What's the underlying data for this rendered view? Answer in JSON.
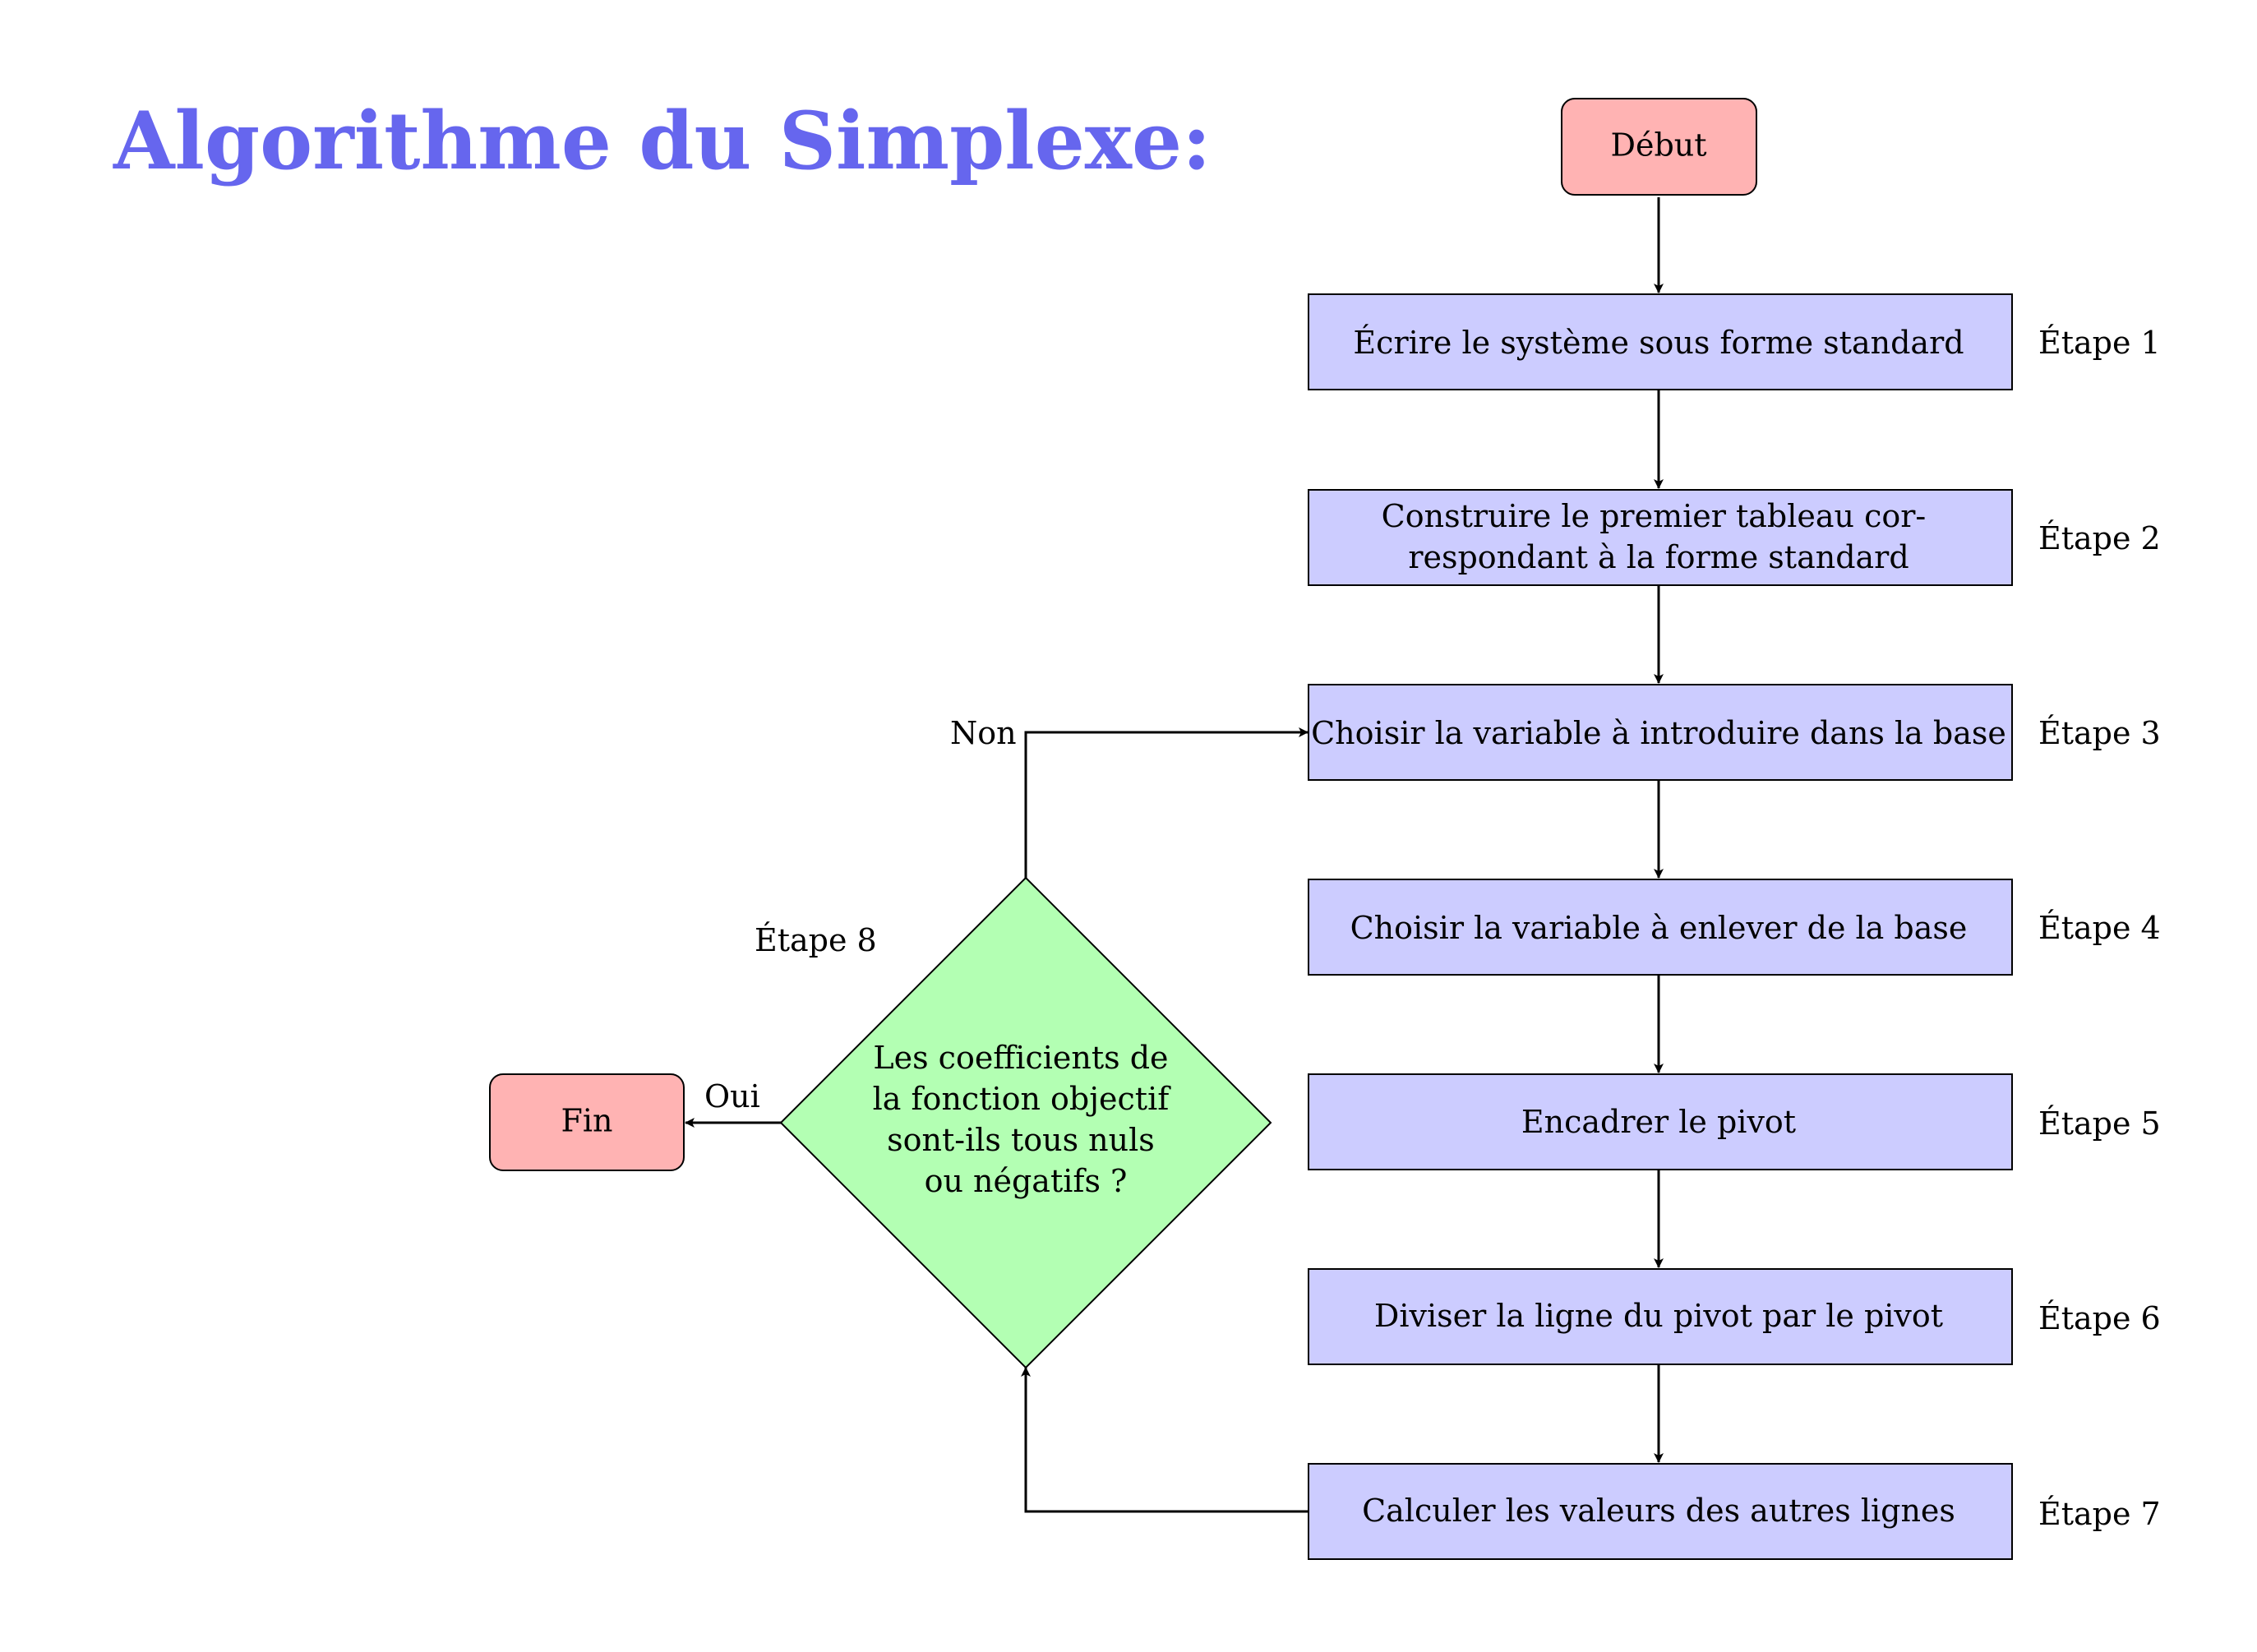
{
  "title": "Algorithme du Simplexe:",
  "colors": {
    "title": "#6666ee",
    "terminal_fill": "#ffb3b3",
    "process_fill": "#ccccff",
    "decision_fill": "#b3ffb3",
    "stroke": "#000000"
  },
  "nodes": {
    "start": {
      "label": "Début"
    },
    "step1": {
      "lines": [
        "Écrire le système sous forme standard"
      ],
      "step_label": "Étape 1"
    },
    "step2": {
      "lines": [
        "Construire le premier tableau cor-",
        "respondant à la forme standard"
      ],
      "step_label": "Étape 2"
    },
    "step3": {
      "lines": [
        "Choisir la variable à introduire dans la base"
      ],
      "step_label": "Étape 3"
    },
    "step4": {
      "lines": [
        "Choisir la variable à enlever de la base"
      ],
      "step_label": "Étape 4"
    },
    "step5": {
      "lines": [
        "Encadrer le pivot"
      ],
      "step_label": "Étape 5"
    },
    "step6": {
      "lines": [
        "Diviser la ligne du pivot par le pivot"
      ],
      "step_label": "Étape 6"
    },
    "step7": {
      "lines": [
        "Calculer les valeurs des autres lignes"
      ],
      "step_label": "Étape 7"
    },
    "decision": {
      "lines": [
        "Les coefficients de",
        "la fonction objectif",
        "sont-ils tous nuls",
        "ou négatifs ?"
      ],
      "step_label": "Étape 8"
    },
    "end": {
      "label": "Fin"
    }
  },
  "edges": {
    "no_label": "Non",
    "yes_label": "Oui"
  }
}
